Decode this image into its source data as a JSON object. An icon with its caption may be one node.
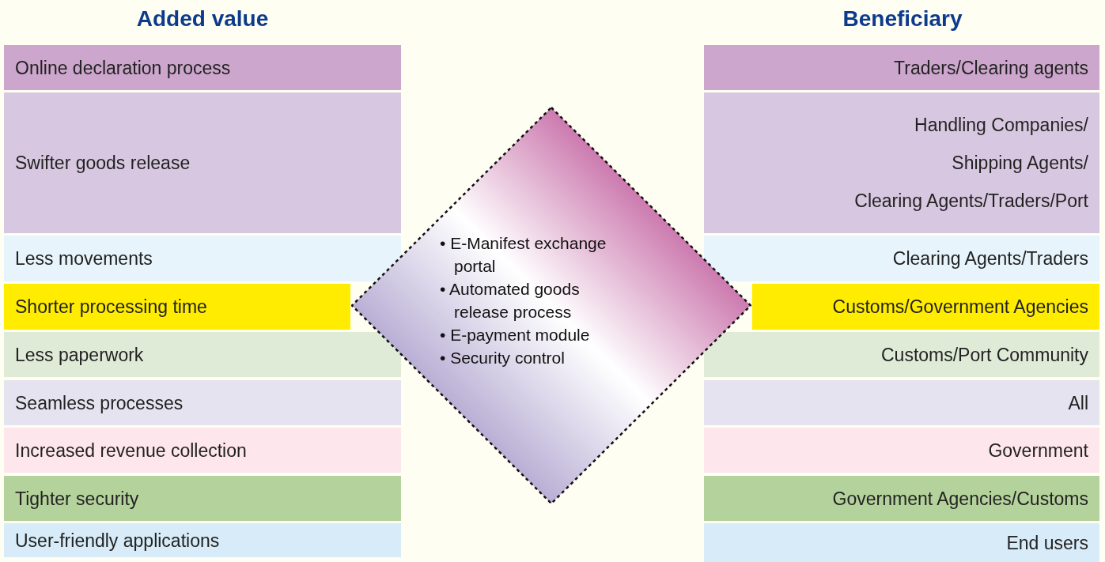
{
  "diagram": {
    "nodes": [
      {
        "text": [
          "Online declaration process"
        ]
      },
      {
        "text": [
          "Swifter goods release"
        ]
      },
      {
        "text": [
          "Less movements"
        ]
      },
      {
        "text": [
          "Shorter processing time"
        ]
      },
      {
        "text": [
          "Less paperwork"
        ]
      },
      {
        "text": [
          "Seamless processes"
        ]
      },
      {
        "text": [
          "Increased revenue collection"
        ]
      },
      {
        "text": [
          "Tighter security"
        ]
      },
      {
        "text": [
          "User-friendly applications"
        ]
      },
      {
        "text": [
          "• E-Manifest exchange portal",
          "• Automated goods release process",
          "• E-payment module",
          "• Security control"
        ]
      },
      {
        "text": [
          "Traders/Clearing agents"
        ]
      },
      {
        "text": [
          "Handling Companies/ Shipping Agents/ Clearing Agents/Traders/Port"
        ]
      },
      {
        "text": [
          "Clearing Agents/Traders"
        ]
      },
      {
        "text": [
          "Customs/Government Agencies"
        ]
      },
      {
        "text": [
          "Customs/Port Community"
        ]
      },
      {
        "text": [
          "All"
        ]
      },
      {
        "text": [
          "Government"
        ]
      },
      {
        "text": [
          "Government Agencies/Customs"
        ]
      },
      {
        "text": [
          "End users"
        ]
      }
    ],
    "labels": [
      "Added value",
      "Beneficiary"
    ]
  }
}
